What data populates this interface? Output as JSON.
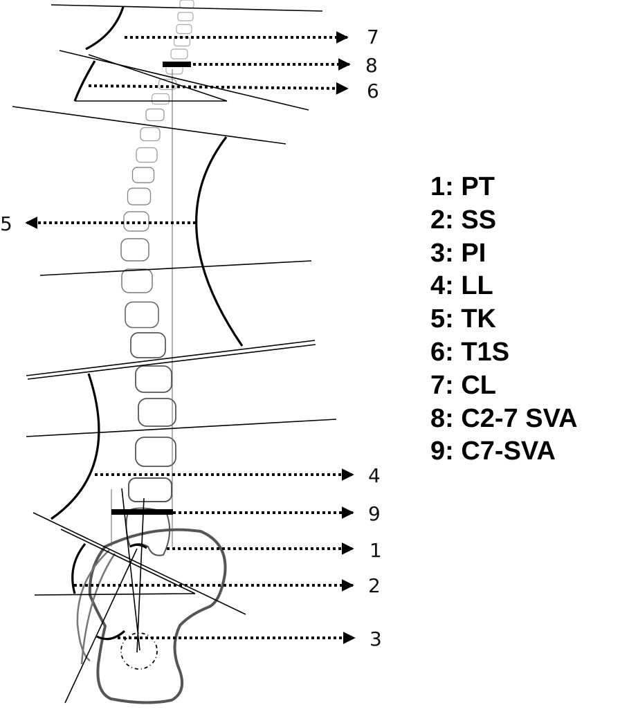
{
  "figure": {
    "measurement_numbers": [
      "7",
      "8",
      "6",
      "5",
      "4",
      "9",
      "1",
      "2",
      "3"
    ]
  },
  "legend": {
    "items": [
      "1: PT",
      "2: SS",
      "3: PI",
      "4: LL",
      "5: TK",
      "6: T1S",
      "7: CL",
      "8: C2-7 SVA",
      "9: C7-SVA"
    ]
  }
}
